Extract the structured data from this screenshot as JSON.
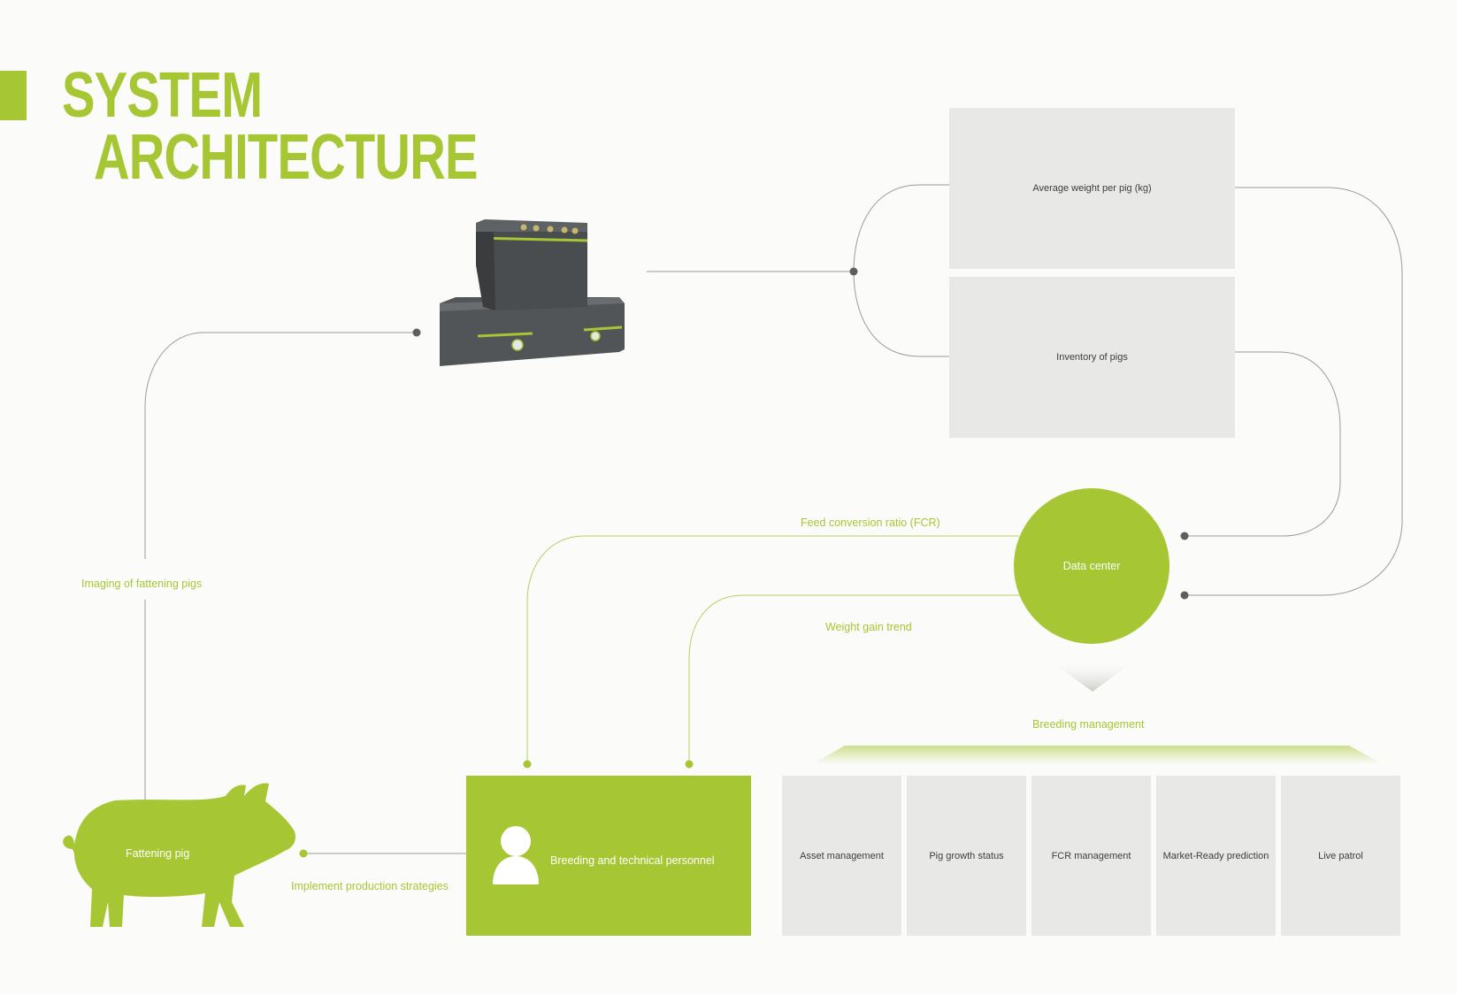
{
  "title": {
    "line1": "SYSTEM",
    "line2": "ARCHITECTURE"
  },
  "colors": {
    "accent": "#a6c634",
    "gray_box": "#e8e9e6",
    "connector": "#8a8a8a",
    "dot": "#5e5e5e"
  },
  "metrics": {
    "avg_weight": "Average weight per pig (kg)",
    "inventory": "Inventory of pigs"
  },
  "data_center": {
    "label": "Data center"
  },
  "flows": {
    "fcr": "Feed conversion ratio (FCR)",
    "weight_gain": "Weight gain trend",
    "imaging": "Imaging of fattening pigs",
    "implement": "Implement production strategies"
  },
  "pig": {
    "label": "Fattening pig",
    "icon": "pig-icon"
  },
  "personnel": {
    "label": "Breeding and technical personnel",
    "icon": "person-icon"
  },
  "device": {
    "icon": "camera-device-icon"
  },
  "breeding": {
    "label": "Breeding management",
    "modules": [
      "Asset management",
      "Pig growth status",
      "FCR management",
      "Market-Ready prediction",
      "Live patrol"
    ]
  }
}
